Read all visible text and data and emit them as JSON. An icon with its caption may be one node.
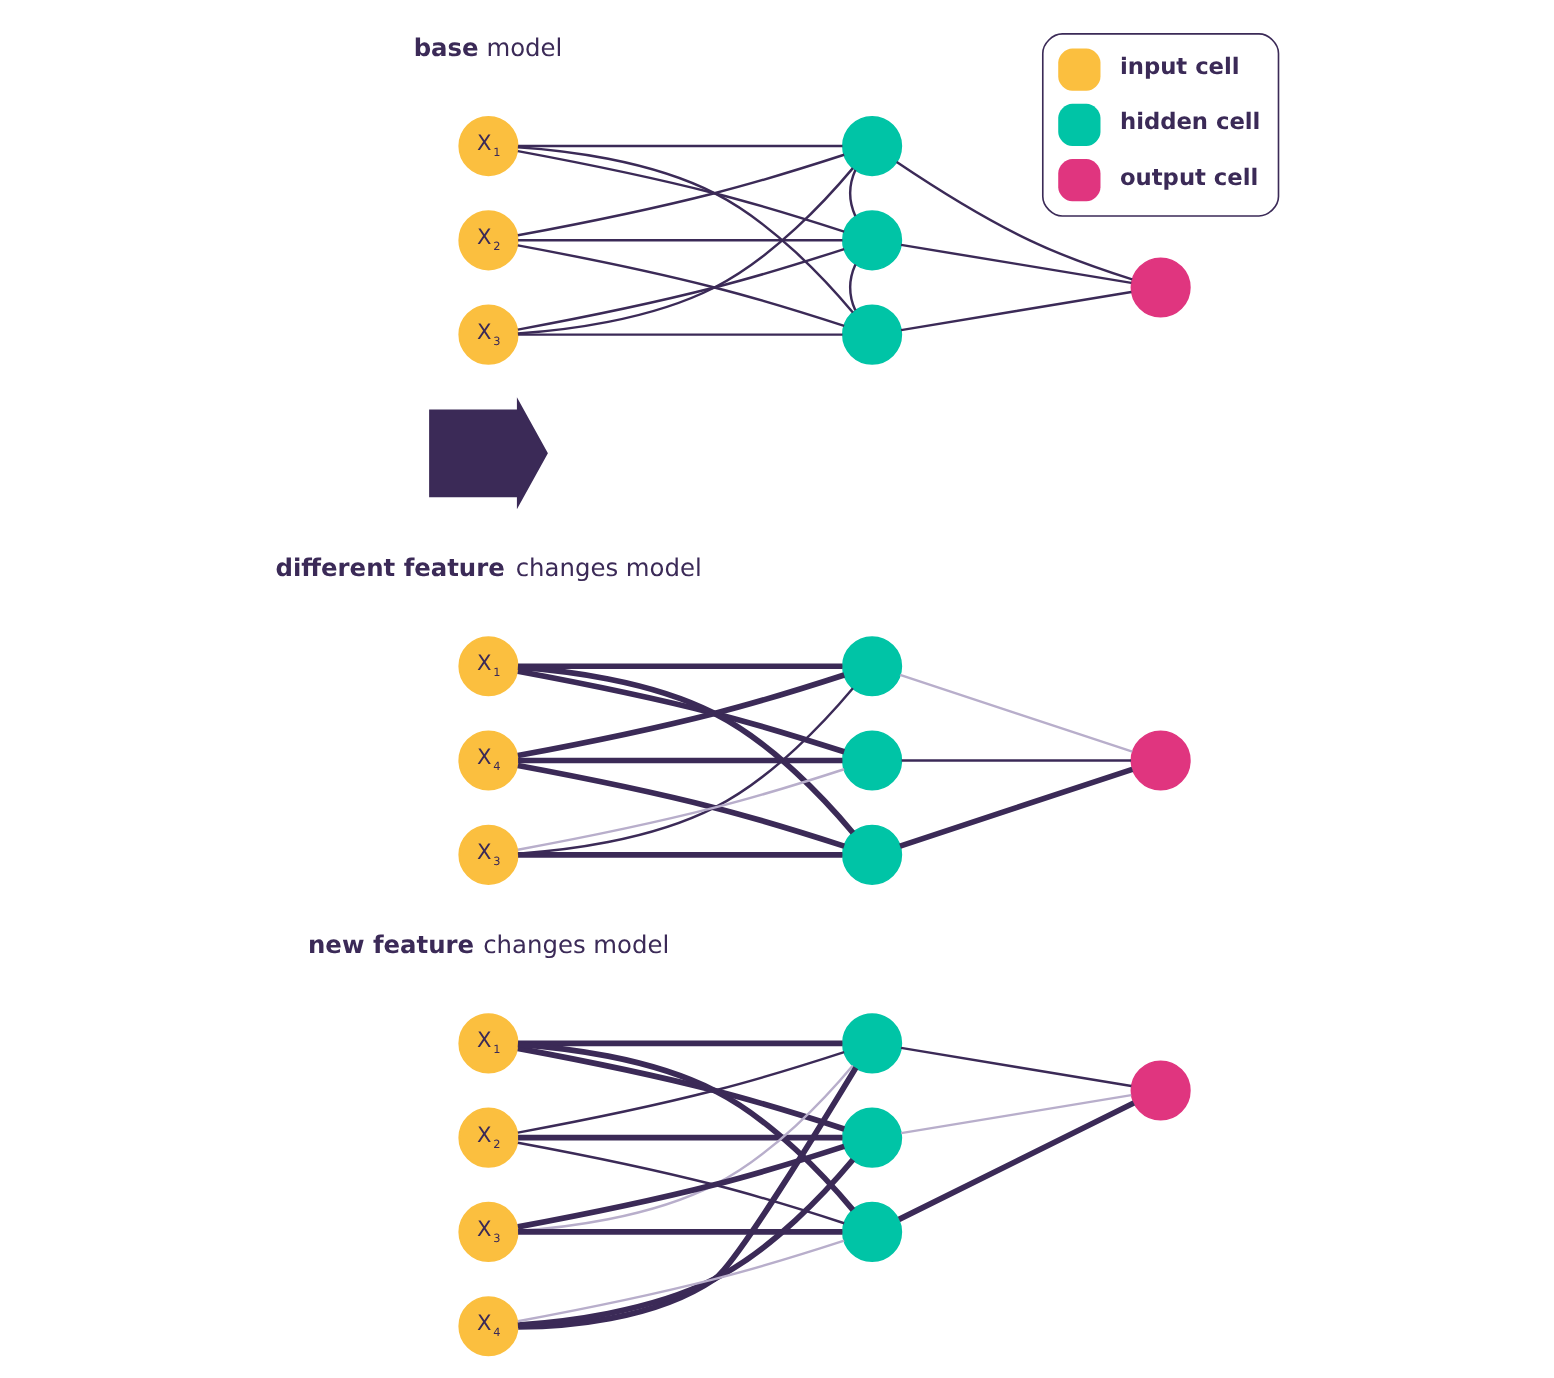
{
  "diagram": {
    "nodes": [
      {
        "text": [
          "X$_{1}$"
        ]
      },
      {
        "text": [
          "X$_{2}$"
        ]
      },
      {
        "text": [
          "X$_{3}$"
        ]
      },
      {
        "text": [],
        "shape": "circle"
      },
      {
        "text": [],
        "shape": "circle"
      },
      {
        "text": [],
        "shape": "circle"
      },
      {
        "text": [],
        "shape": "circle"
      },
      {
        "text": [],
        "shape": "arrow"
      },
      {
        "text": [
          "X$_{1}$"
        ]
      },
      {
        "text": [
          "X$_{4}$"
        ]
      },
      {
        "text": [
          "X$_{3}$"
        ]
      },
      {
        "text": [],
        "shape": "circle"
      },
      {
        "text": [],
        "shape": "circle"
      },
      {
        "text": [],
        "shape": "circle"
      },
      {
        "text": [],
        "shape": "circle"
      },
      {
        "text": [
          "X$_{1}$"
        ]
      },
      {
        "text": [
          "X$_{2}$"
        ]
      },
      {
        "text": [
          "X$_{3}$"
        ]
      },
      {
        "text": [
          "X$_{4}$"
        ]
      },
      {
        "text": [],
        "shape": "circle"
      },
      {
        "text": [],
        "shape": "circle"
      },
      {
        "text": [],
        "shape": "circle"
      },
      {
        "text": [],
        "shape": "circle"
      }
    ],
    "edges": [
      {
        "from": 0,
        "to": 3,
        "arrow": "none"
      },
      {
        "from": 0,
        "to": 4,
        "arrow": "none"
      },
      {
        "from": 0,
        "to": 5,
        "arrow": "none"
      },
      {
        "from": 1,
        "to": 3,
        "arrow": "none"
      },
      {
        "from": 1,
        "to": 4,
        "arrow": "none"
      },
      {
        "from": 1,
        "to": 5,
        "arrow": "none"
      },
      {
        "from": 2,
        "to": 3,
        "arrow": "none"
      },
      {
        "from": 2,
        "to": 4,
        "arrow": "none"
      },
      {
        "from": 2,
        "to": 5,
        "arrow": "none"
      },
      {
        "from": 3,
        "to": 4,
        "arrow": "none"
      },
      {
        "from": 4,
        "to": 5,
        "arrow": "none"
      },
      {
        "from": 3,
        "to": 6,
        "arrow": "none"
      },
      {
        "from": 4,
        "to": 6,
        "arrow": "none"
      },
      {
        "from": 5,
        "to": 6,
        "arrow": "none"
      },
      {
        "from": 8,
        "to": 11,
        "arrow": "none",
        "style": "thick"
      },
      {
        "from": 8,
        "to": 12,
        "arrow": "none",
        "style": "thick"
      },
      {
        "from": 8,
        "to": 13,
        "arrow": "none",
        "style": "thick"
      },
      {
        "from": 9,
        "to": 11,
        "arrow": "none",
        "style": "thick"
      },
      {
        "from": 9,
        "to": 12,
        "arrow": "none",
        "style": "thick"
      },
      {
        "from": 9,
        "to": 13,
        "arrow": "none",
        "style": "thick"
      },
      {
        "from": 10,
        "to": 11,
        "arrow": "none"
      },
      {
        "from": 10,
        "to": 12,
        "arrow": "none",
        "color": "#b8aecb"
      },
      {
        "from": 10,
        "to": 13,
        "arrow": "none",
        "style": "thick"
      },
      {
        "from": 11,
        "to": 14,
        "arrow": "none",
        "color": "#b8aecb"
      },
      {
        "from": 12,
        "to": 14,
        "arrow": "none"
      },
      {
        "from": 13,
        "to": 14,
        "arrow": "none",
        "style": "thick"
      },
      {
        "from": 15,
        "to": 19,
        "arrow": "none",
        "style": "thick"
      },
      {
        "from": 15,
        "to": 20,
        "arrow": "none",
        "style": "thick"
      },
      {
        "from": 15,
        "to": 21,
        "arrow": "none",
        "style": "thick"
      },
      {
        "from": 16,
        "to": 19,
        "arrow": "none"
      },
      {
        "from": 16,
        "to": 20,
        "arrow": "none",
        "style": "thick"
      },
      {
        "from": 16,
        "to": 21,
        "arrow": "none"
      },
      {
        "from": 17,
        "to": 19,
        "arrow": "none",
        "color": "#b8aecb"
      },
      {
        "from": 17,
        "to": 20,
        "arrow": "none",
        "style": "thick"
      },
      {
        "from": 17,
        "to": 21,
        "arrow": "none",
        "style": "thick"
      },
      {
        "from": 18,
        "to": 19,
        "arrow": "none",
        "style": "thick"
      },
      {
        "from": 18,
        "to": 20,
        "arrow": "none",
        "style": "thick"
      },
      {
        "from": 18,
        "to": 21,
        "arrow": "none",
        "color": "#b8aecb"
      },
      {
        "from": 19,
        "to": 22,
        "arrow": "none"
      },
      {
        "from": 20,
        "to": 22,
        "arrow": "none",
        "color": "#b8aecb"
      },
      {
        "from": 21,
        "to": 22,
        "arrow": "none",
        "style": "thick"
      }
    ],
    "labels": [
      "**base** model",
      "**different feature** changes model",
      "**new feature** changes model"
    ],
    "legend": [
      {
        "text": "input cell",
        "color": "#fbbf3f"
      },
      {
        "text": "hidden cell",
        "color": "#00c4a6"
      },
      {
        "text": "output cell",
        "color": "#e0357f"
      }
    ]
  }
}
